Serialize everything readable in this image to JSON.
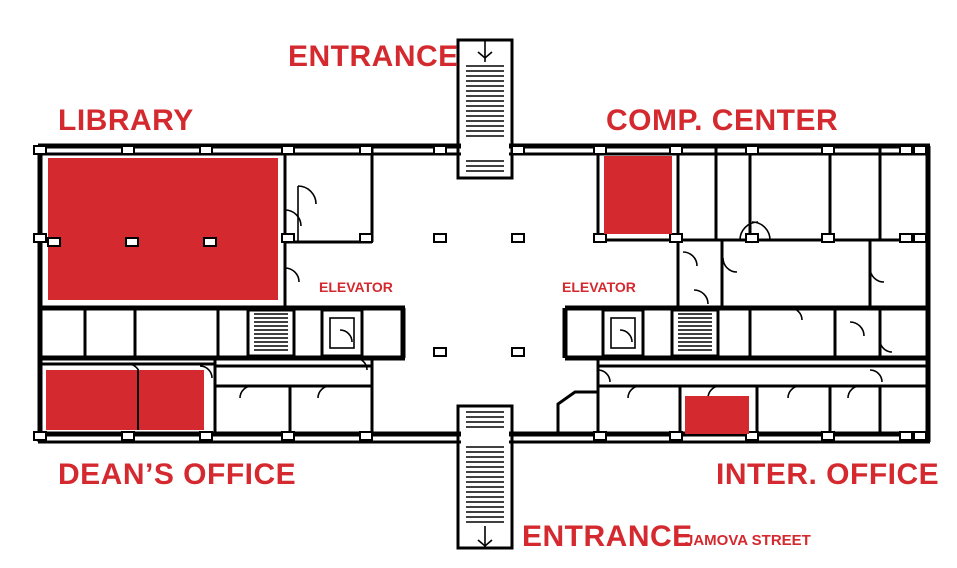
{
  "labels": {
    "entrance_top": "ENTRANCE",
    "library": "LIBRARY",
    "comp_center": "COMP. CENTER",
    "elevator_left": "ELEVATOR",
    "elevator_right": "ELEVATOR",
    "deans_office": "DEAN’S OFFICE",
    "inter_office": "INTER. OFFICE",
    "entrance_bottom": "ENTRANCE",
    "street": "JAMOVA STREET"
  },
  "colors": {
    "highlight": "#d42a2f",
    "walls": "#000000",
    "background": "#ffffff"
  }
}
